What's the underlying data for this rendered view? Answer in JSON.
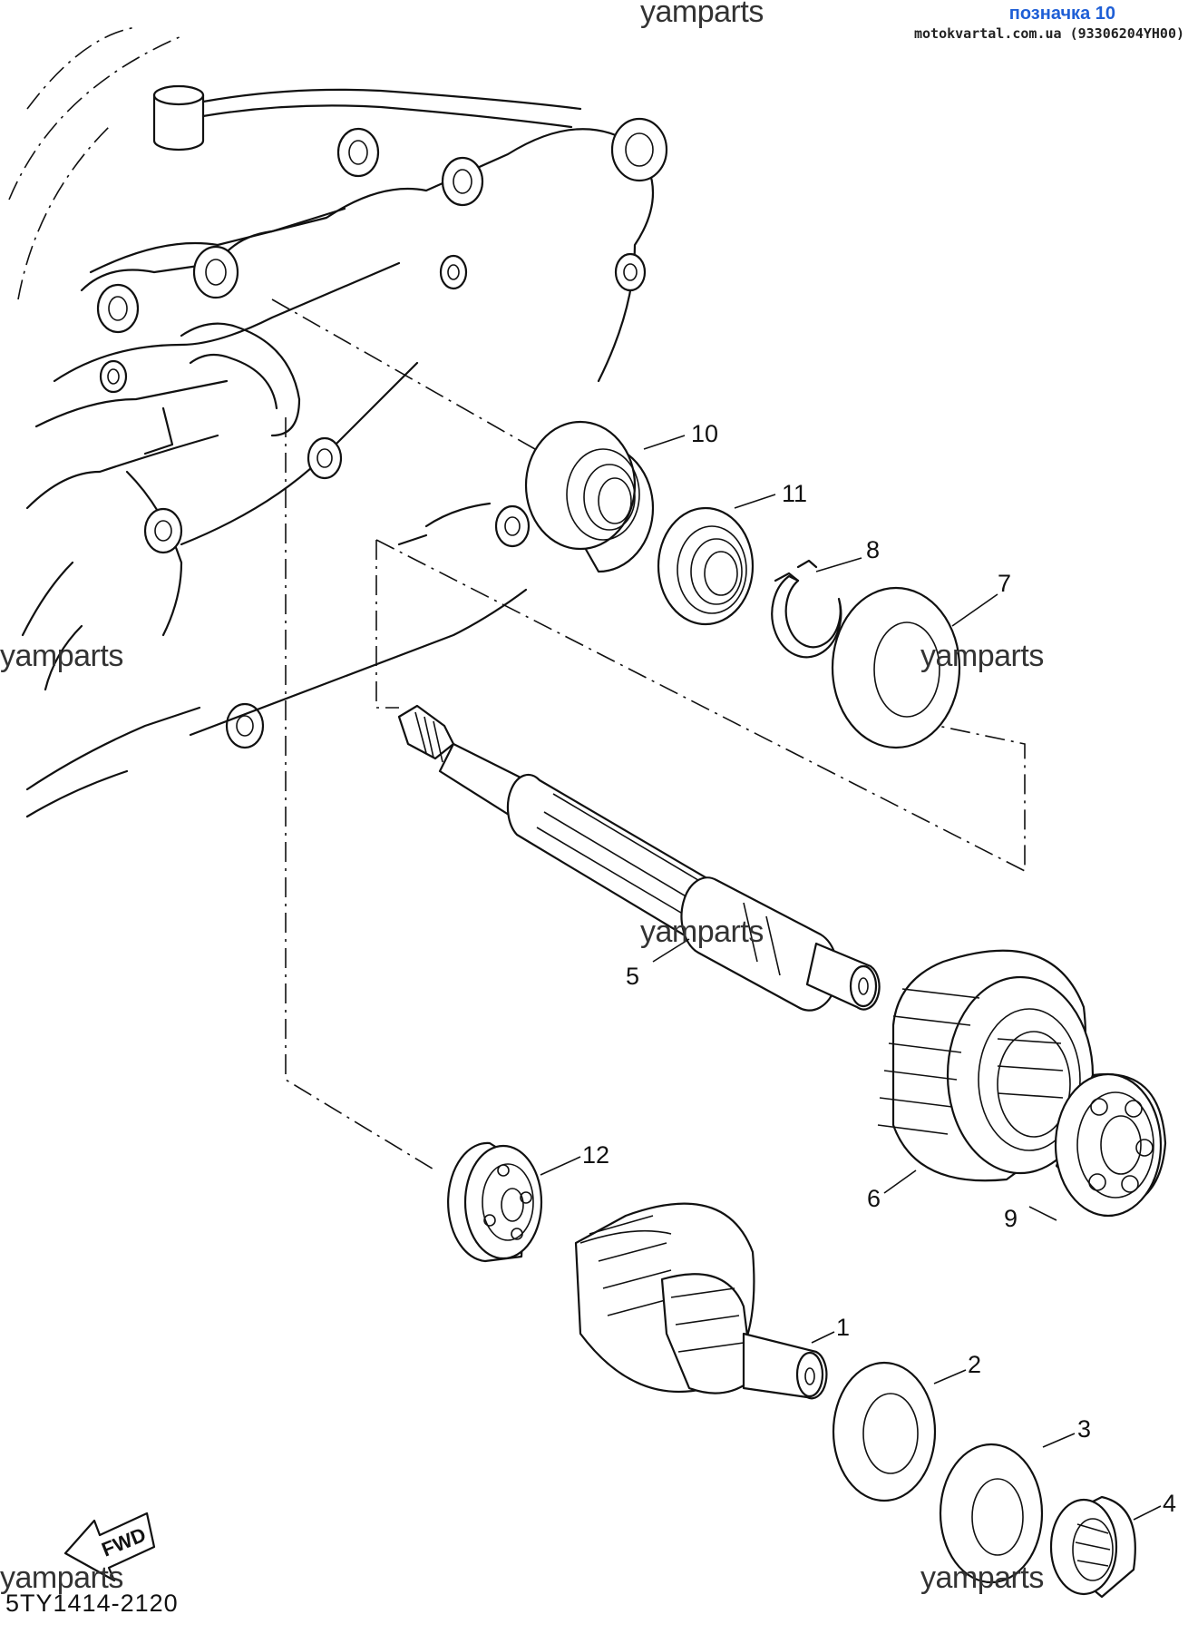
{
  "header": {
    "marker": "позначка 10",
    "site": "motokvartal.com.ua (93306204YH00)"
  },
  "watermark": "yamparts",
  "diagram_code": "5TY1414-2120",
  "fwd_label": "FWD",
  "callouts": {
    "p1": "1",
    "p2": "2",
    "p3": "3",
    "p4": "4",
    "p5": "5",
    "p6": "6",
    "p7": "7",
    "p8": "8",
    "p9": "9",
    "p10": "10",
    "p11": "11",
    "p12": "12"
  }
}
